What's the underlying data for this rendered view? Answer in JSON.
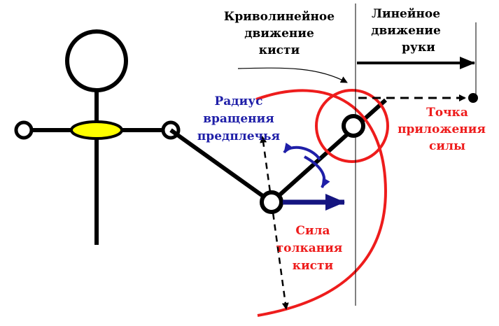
{
  "labels": {
    "curvilinear_hand": [
      "Криволинейное",
      "движение",
      "кисти"
    ],
    "linear_arm": [
      "Линейное",
      "движение",
      "руки"
    ],
    "forearm_radius": [
      "Радиус",
      "вращения",
      "предплечья"
    ],
    "force_point": [
      "Точка",
      "приложения",
      "силы"
    ],
    "hand_push_force": [
      "Сила",
      "толкания",
      "кисти"
    ]
  },
  "colors": {
    "black": "#000000",
    "red": "#ee1c1c",
    "blue": "#1f1fa8",
    "navy_arrow": "#151580",
    "yellow": "#ffff00"
  }
}
